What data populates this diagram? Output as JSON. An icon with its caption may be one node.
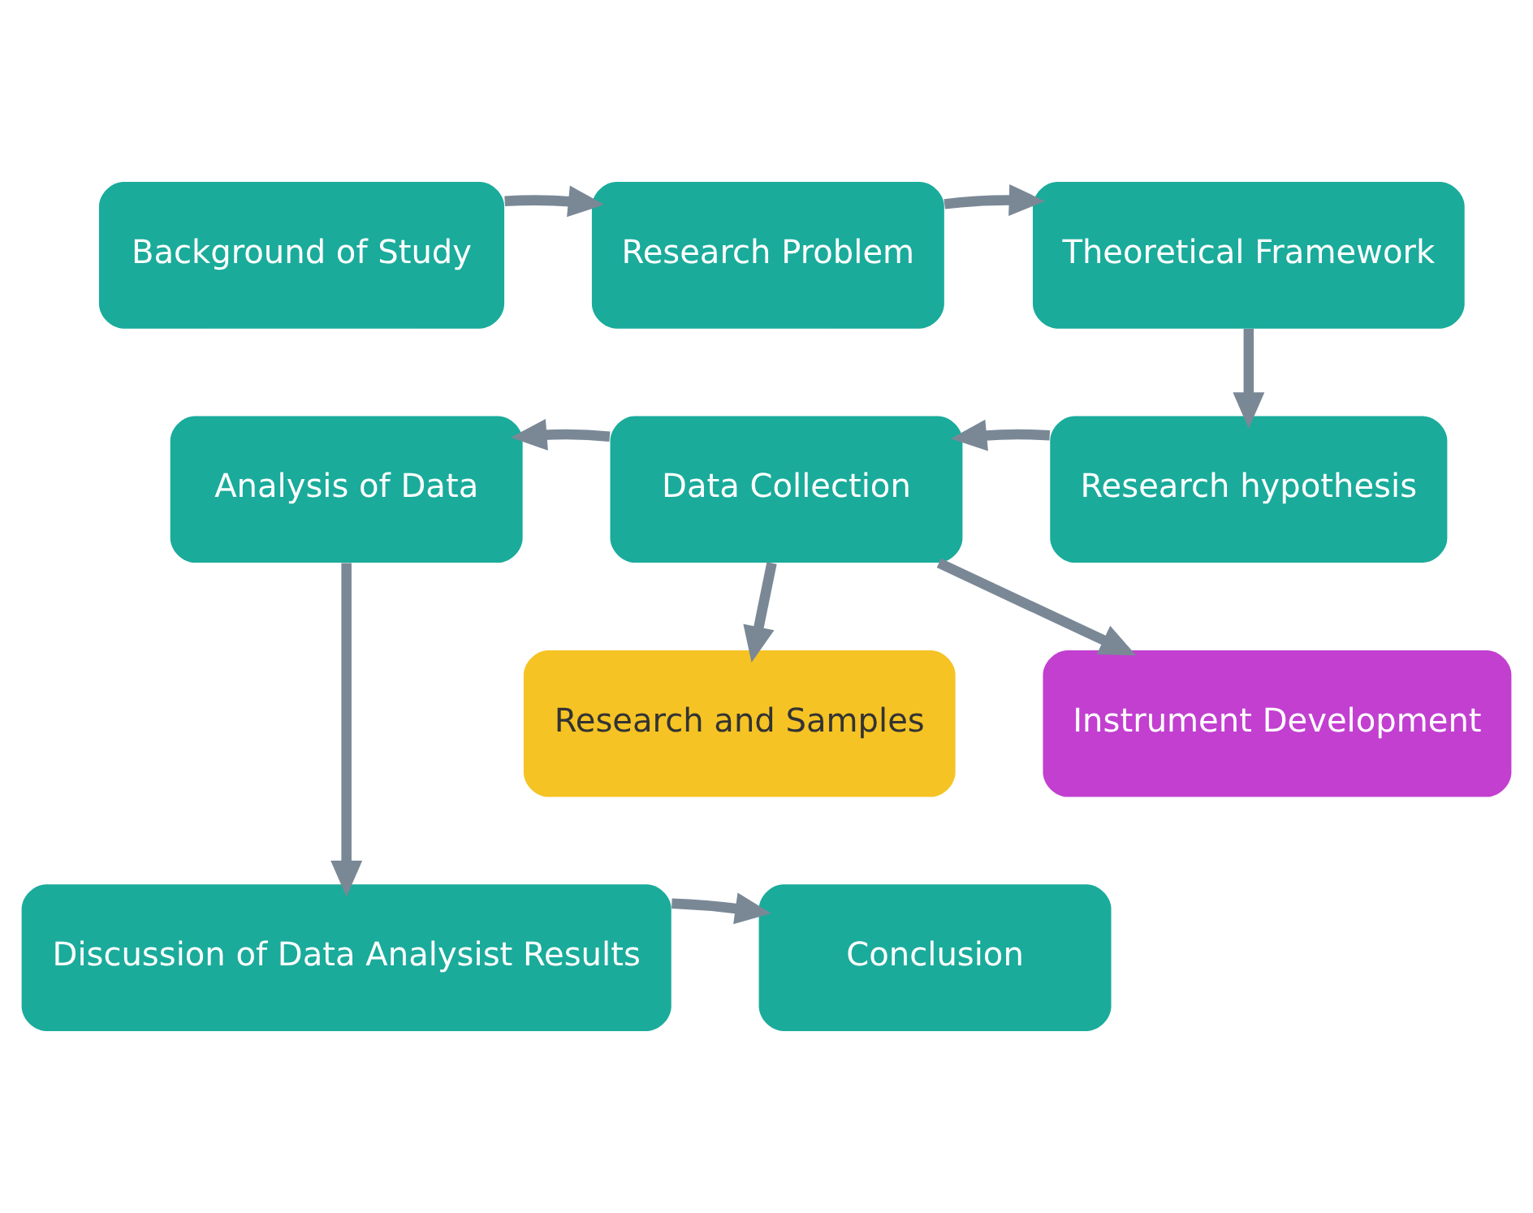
{
  "diagram": {
    "nodes": [
      {
        "text": [
          "Background of Study"
        ]
      },
      {
        "text": [
          "Research Problem"
        ]
      },
      {
        "text": [
          "Theoretical Framework"
        ]
      },
      {
        "text": [
          "Research hypothesis"
        ]
      },
      {
        "text": [
          "Data Collection"
        ]
      },
      {
        "text": [
          "Analysis of Data"
        ]
      },
      {
        "text": [
          "Research and Samples"
        ]
      },
      {
        "text": [
          "Instrument Development"
        ]
      },
      {
        "text": [
          "Discussion of Data Analysist Results"
        ]
      },
      {
        "text": [
          "Conclusion"
        ]
      }
    ],
    "edges": [
      {
        "from": 0,
        "to": 1,
        "arrow": "to"
      },
      {
        "from": 1,
        "to": 2,
        "arrow": "to"
      },
      {
        "from": 2,
        "to": 3,
        "arrow": "to"
      },
      {
        "from": 3,
        "to": 4,
        "arrow": "to"
      },
      {
        "from": 4,
        "to": 5,
        "arrow": "to"
      },
      {
        "from": 4,
        "to": 6,
        "arrow": "to"
      },
      {
        "from": 4,
        "to": 7,
        "arrow": "to"
      },
      {
        "from": 5,
        "to": 8,
        "arrow": "to"
      },
      {
        "from": 8,
        "to": 9,
        "arrow": "to"
      }
    ]
  }
}
